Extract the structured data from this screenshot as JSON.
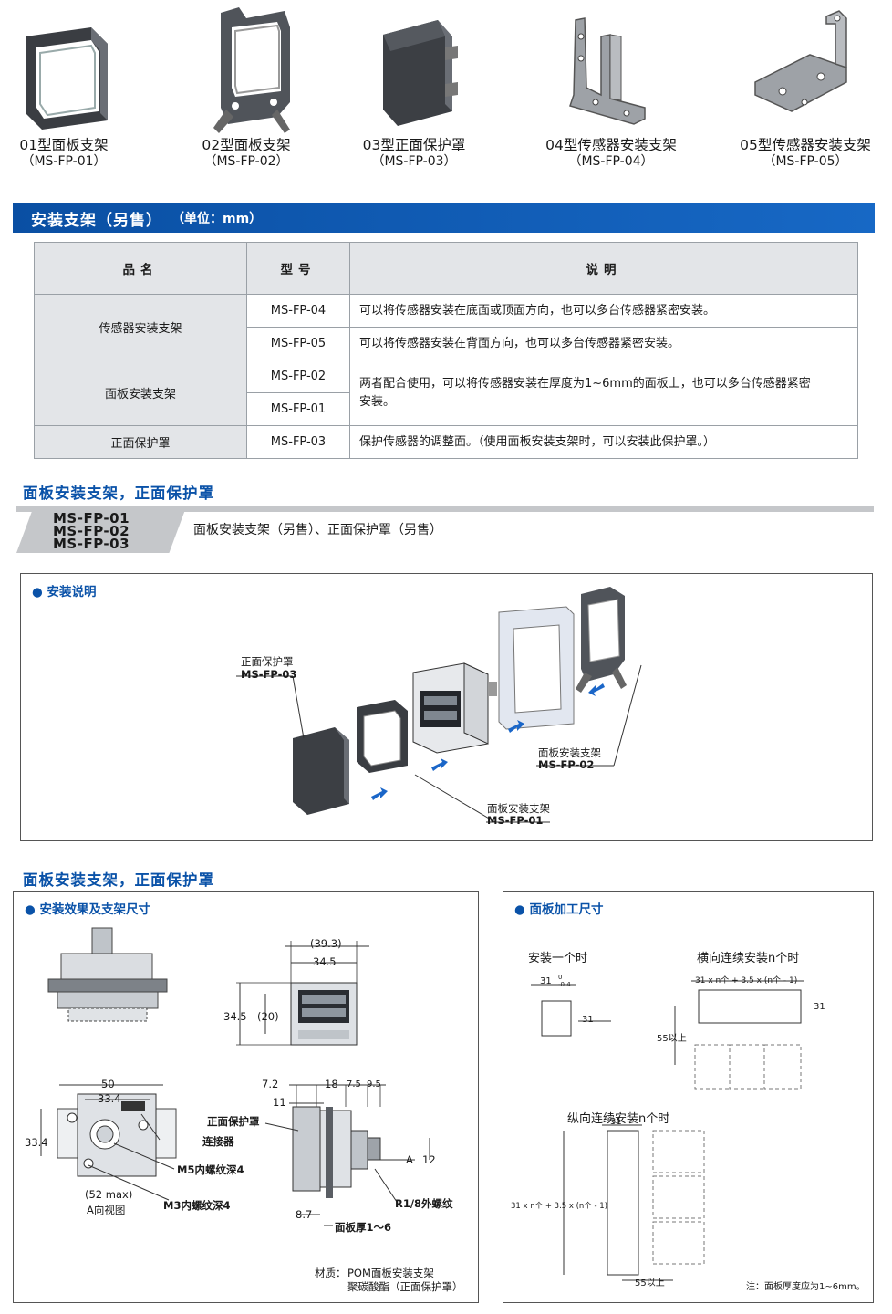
{
  "products": [
    {
      "name": "01型面板支架",
      "code": "（MS-FP-01）",
      "icon": "panel-frame-01-icon"
    },
    {
      "name": "02型面板支架",
      "code": "（MS-FP-02）",
      "icon": "panel-frame-02-icon"
    },
    {
      "name": "03型正面保护罩",
      "code": "（MS-FP-03）",
      "icon": "front-cover-03-icon"
    },
    {
      "name": "04型传感器安装支架",
      "code": "（MS-FP-04）",
      "icon": "bracket-04-icon"
    },
    {
      "name": "05型传感器安装支架",
      "code": "（MS-FP-05）",
      "icon": "bracket-05-icon"
    }
  ],
  "banner": {
    "title": "安装支架（另售）",
    "unit": "（单位：mm）"
  },
  "spec_table": {
    "headers": {
      "name": "品名",
      "model": "型号",
      "desc": "说明"
    },
    "sensor_bracket": "传感器安装支架",
    "panel_bracket": "面板安装支架",
    "front_cover": "正面保护罩",
    "m04": "MS-FP-04",
    "m05": "MS-FP-05",
    "m02": "MS-FP-02",
    "m01": "MS-FP-01",
    "m03": "MS-FP-03",
    "d04": "可以将传感器安装在底面或顶面方向，也可以多台传感器紧密安装。",
    "d05": "可以将传感器安装在背面方向，也可以多台传感器紧密安装。",
    "d0201": "两者配合使用，可以将传感器安装在厚度为1~6mm的面板上，也可以多台传感器紧密安装。",
    "d03": "保护传感器的调整面。（使用面板安装支架时，可以安装此保护罩。）"
  },
  "section1": {
    "heading": "面板安装支架，正面保护罩",
    "models": [
      "MS-FP-01",
      "MS-FP-02",
      "MS-FP-03"
    ],
    "desc": "面板安装支架（另售）、正面保护罩（另售）",
    "install": {
      "heading": "● 安装说明",
      "cover_label": "正面保护罩",
      "cover_model": "MS-FP-03",
      "frame02_label": "面板安装支架",
      "frame02_model": "MS-FP-02",
      "frame01_label": "面板安装支架",
      "frame01_model": "MS-FP-01"
    }
  },
  "section2": {
    "heading": "面板安装支架，正面保护罩",
    "left": {
      "heading": "●  安装效果及支架尺寸",
      "dims": {
        "d393": "(39.3)",
        "d345": "34.5",
        "d345v": "34.5",
        "d20": "(20)",
        "d50": "50",
        "d334": "33.4",
        "d334v": "33.4",
        "d52": "(52 max)",
        "aview": "A向视图",
        "d72": "7.2",
        "d11": "11",
        "d18": "18",
        "d75": "7.5",
        "d95": "9.5",
        "d87": "8.7",
        "d12": "12",
        "arrowA": "A"
      },
      "labels": {
        "cover": "正面保护罩",
        "connector": "连接器",
        "m5": "M5内螺纹深4",
        "m3": "M3内螺纹深4",
        "r18": "R1/8外螺纹",
        "panel": "面板厚1～6"
      },
      "material_label": "材质：",
      "material1": "POM面板安装支架",
      "material2": "聚碳酸酯（正面保护罩）"
    },
    "right": {
      "heading": "●  面板加工尺寸",
      "single": "安装一个时",
      "horiz": "横向连续安装n个时",
      "vert": "纵向连续安装n个时",
      "h31a": "31",
      "h31b": "31",
      "hn": "31 x n个 + 3.5 x (n个 - 1)",
      "h31c": "31",
      "h55": "55以上",
      "v31": "31",
      "vn": "31 x n个 + 3.5 x (n个 - 1)",
      "v55": "55以上",
      "tol_up": "0",
      "tol_dn": "-0.4",
      "note": "注：面板厚度应为1~6mm。"
    }
  }
}
